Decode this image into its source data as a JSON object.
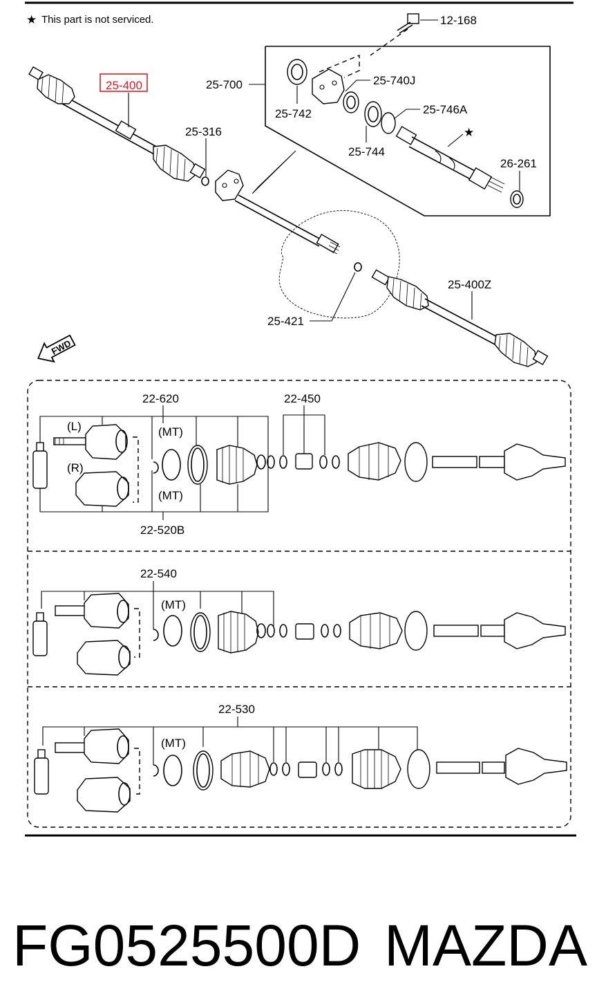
{
  "note": {
    "star": "★",
    "text": "This part is not serviced."
  },
  "labels": {
    "bolt": "12-168",
    "driveshaft_left": "25-400",
    "bearing_assy": "25-700",
    "seal_742": "25-742",
    "bracket_740j": "25-740J",
    "ring_744": "25-744",
    "ring_746a": "25-746A",
    "joint_shaft": "26-261",
    "clip_316": "25-316",
    "clip_421": "25-421",
    "driveshaft_right": "25-400Z",
    "fwd": "FWD"
  },
  "kits": {
    "k620": "22-620",
    "k450": "22-450",
    "k520b": "22-520B",
    "k540": "22-540",
    "k530": "22-530",
    "mt": "(MT)",
    "left": "(L)",
    "right": "(R)"
  },
  "footer": {
    "part_number": "FG0525500D",
    "brand": "MAZDA"
  },
  "colors": {
    "highlight": "#d0202a"
  }
}
